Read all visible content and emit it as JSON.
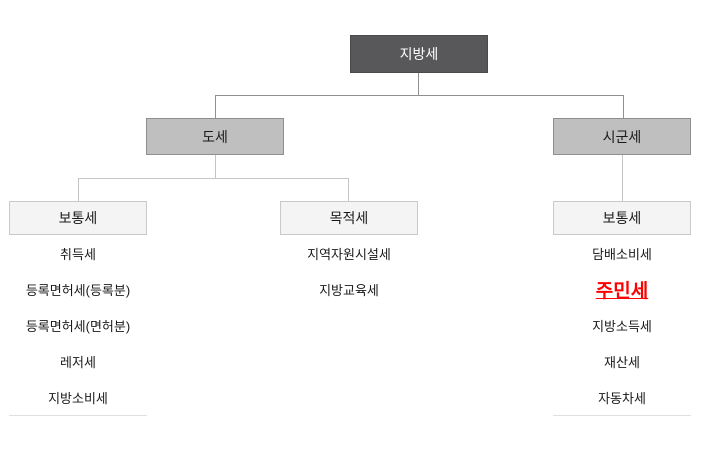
{
  "colors": {
    "background": "#ffffff",
    "root_box_bg": "#58585a",
    "root_box_border": "#4a4a4c",
    "root_box_text": "#ffffff",
    "branch_box_bg": "#bfbfbf",
    "branch_box_border": "#8f8f8f",
    "group_box_bg": "#f4f4f4",
    "group_box_border": "#c9c9c9",
    "body_text": "#1a1a1a",
    "connector_upper": "#909090",
    "connector_lower": "#c5c5c5",
    "list_bottom_divider": "#e0e0e0",
    "highlight_text": "#ff0000"
  },
  "chart": {
    "root": {
      "label": "지방세"
    },
    "branches": [
      {
        "label": "도세",
        "groups": [
          {
            "label": "보통세",
            "items": [
              "취득세",
              "등록면허세(등록분)",
              "등록면허세(면허분)",
              "레저세",
              "지방소비세"
            ]
          },
          {
            "label": "목적세",
            "items": [
              "지역자원시설세",
              "지방교육세"
            ]
          }
        ]
      },
      {
        "label": "시군세",
        "groups": [
          {
            "label": "보통세",
            "items": [
              "담배소비세",
              "주민세",
              "지방소득세",
              "재산세",
              "자동차세"
            ],
            "highlighted_item": "주민세",
            "highlight_index": 1
          }
        ]
      }
    ]
  }
}
